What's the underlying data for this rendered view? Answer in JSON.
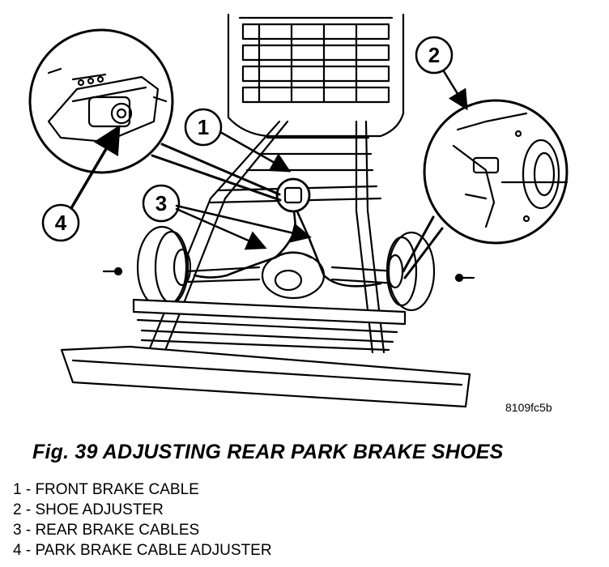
{
  "figure": {
    "code": "8109fc5b",
    "callouts": [
      {
        "num": "1",
        "label": "FRONT BRAKE CABLE"
      },
      {
        "num": "2",
        "label": "SHOE ADJUSTER"
      },
      {
        "num": "3",
        "label": "REAR BRAKE CABLES"
      },
      {
        "num": "4",
        "label": "PARK BRAKE CABLE ADJUSTER"
      }
    ]
  },
  "caption": "Fig. 39 ADJUSTING REAR PARK BRAKE SHOES",
  "legend": [
    "1 - FRONT BRAKE CABLE",
    "2 - SHOE ADJUSTER",
    "3 - REAR BRAKE CABLES",
    "4 - PARK BRAKE CABLE ADJUSTER"
  ]
}
